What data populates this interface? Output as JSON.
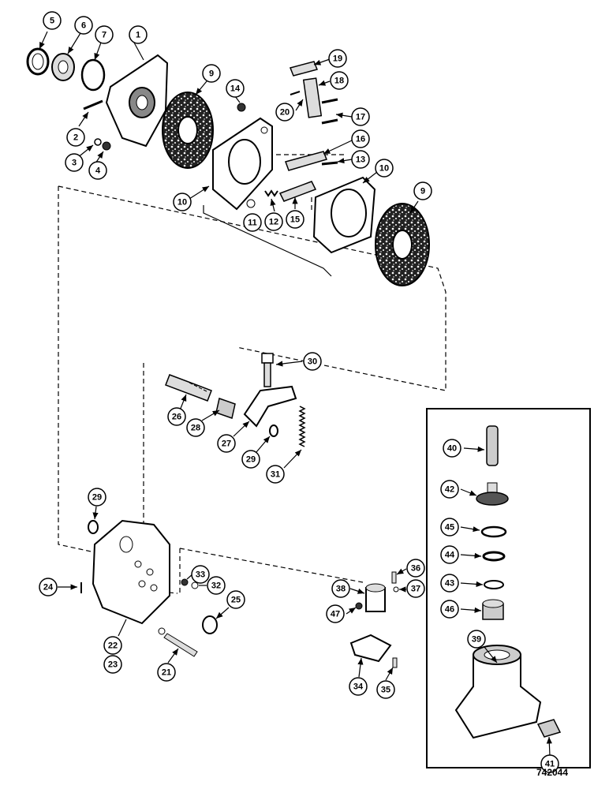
{
  "figure_number": "742044",
  "callouts": [
    {
      "id": "c5",
      "label": "5"
    },
    {
      "id": "c6",
      "label": "6"
    },
    {
      "id": "c7",
      "label": "7"
    },
    {
      "id": "c1",
      "label": "1"
    },
    {
      "id": "c2",
      "label": "2"
    },
    {
      "id": "c3",
      "label": "3"
    },
    {
      "id": "c4",
      "label": "4"
    },
    {
      "id": "c9a",
      "label": "9"
    },
    {
      "id": "c14",
      "label": "14"
    },
    {
      "id": "c19",
      "label": "19"
    },
    {
      "id": "c18",
      "label": "18"
    },
    {
      "id": "c17",
      "label": "17"
    },
    {
      "id": "c20",
      "label": "20"
    },
    {
      "id": "c16",
      "label": "16"
    },
    {
      "id": "c13",
      "label": "13"
    },
    {
      "id": "c10a",
      "label": "10"
    },
    {
      "id": "c11",
      "label": "11"
    },
    {
      "id": "c12",
      "label": "12"
    },
    {
      "id": "c15",
      "label": "15"
    },
    {
      "id": "c10b",
      "label": "10"
    },
    {
      "id": "c9b",
      "label": "9"
    },
    {
      "id": "c30",
      "label": "30"
    },
    {
      "id": "c26",
      "label": "26"
    },
    {
      "id": "c28",
      "label": "28"
    },
    {
      "id": "c27",
      "label": "27"
    },
    {
      "id": "c29a",
      "label": "29"
    },
    {
      "id": "c31",
      "label": "31"
    },
    {
      "id": "c40",
      "label": "40"
    },
    {
      "id": "c42",
      "label": "42"
    },
    {
      "id": "c45",
      "label": "45"
    },
    {
      "id": "c44",
      "label": "44"
    },
    {
      "id": "c43",
      "label": "43"
    },
    {
      "id": "c46",
      "label": "46"
    },
    {
      "id": "c39",
      "label": "39"
    },
    {
      "id": "c41",
      "label": "41"
    },
    {
      "id": "c29b",
      "label": "29"
    },
    {
      "id": "c24",
      "label": "24"
    },
    {
      "id": "c33",
      "label": "33"
    },
    {
      "id": "c32",
      "label": "32"
    },
    {
      "id": "c25",
      "label": "25"
    },
    {
      "id": "c22",
      "label": "22"
    },
    {
      "id": "c23",
      "label": "23"
    },
    {
      "id": "c21",
      "label": "21"
    },
    {
      "id": "c38",
      "label": "38"
    },
    {
      "id": "c47",
      "label": "47"
    },
    {
      "id": "c36",
      "label": "36"
    },
    {
      "id": "c37",
      "label": "37"
    },
    {
      "id": "c34",
      "label": "34"
    },
    {
      "id": "c35",
      "label": "35"
    }
  ]
}
